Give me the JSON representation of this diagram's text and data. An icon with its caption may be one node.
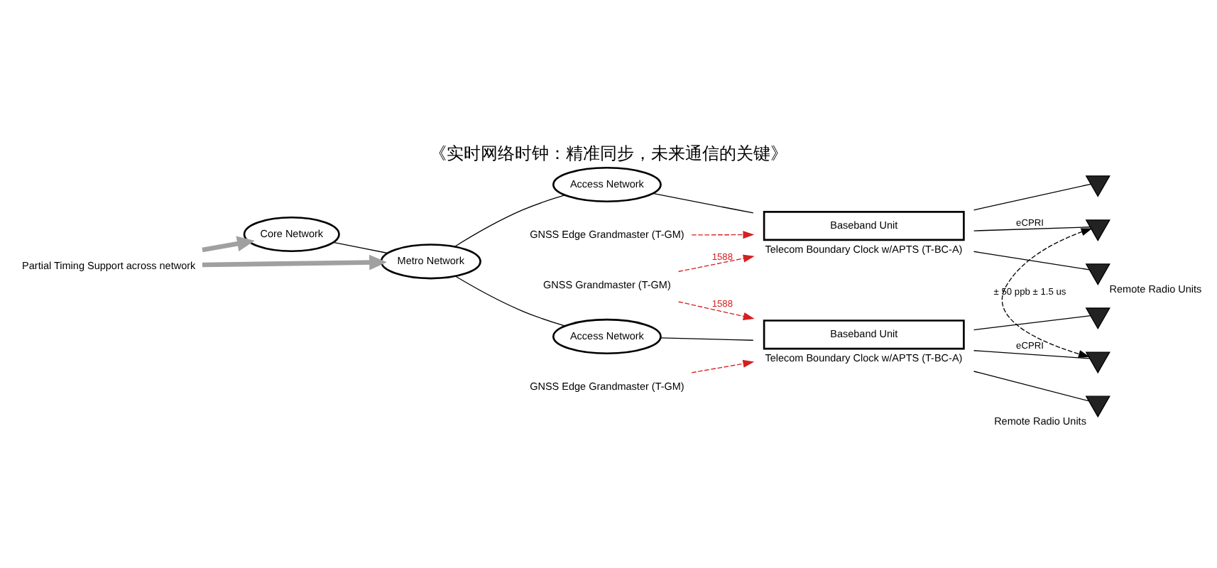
{
  "diagram": {
    "title": "《实时网络时钟：精准同步，未来通信的关键》",
    "nodes": [
      {
        "text": [
          "GNSS Grandmaster (T-GM)"
        ]
      },
      {
        "text": [
          "Core Network"
        ]
      },
      {
        "text": [
          "Metro Network"
        ]
      },
      {
        "text": [
          "Access Network"
        ]
      },
      {
        "text": [
          "Baseband Unit"
        ],
        "beside": [
          "Telecom Boundary Clock w/APTS (T-BC-A)"
        ]
      },
      {
        "text": [
          "GNSS Edge Grandmaster (T-GM)"
        ]
      },
      {
        "text": [],
        "shape": "picture"
      },
      {
        "text": [],
        "shape": "picture"
      },
      {
        "text": [],
        "shape": "picture",
        "beside": [
          "Remote Radio Units"
        ]
      },
      {
        "text": [
          "Access Network"
        ]
      },
      {
        "text": [
          "Baseband Unit"
        ],
        "beside": [
          "Telecom Boundary Clock w/APTS (T-BC-A)"
        ]
      },
      {
        "text": [
          "GNSS Edge Grandmaster (T-GM)"
        ]
      },
      {
        "text": [],
        "shape": "picture"
      },
      {
        "text": [],
        "shape": "picture"
      },
      {
        "text": [],
        "shape": "picture",
        "beside": [
          "Remote Radio Units"
        ]
      },
      {
        "text": [
          "Partial Timing Support across network"
        ]
      }
    ],
    "edges": [
      {
        "from": 1,
        "to": 2,
        "arrow": "none"
      },
      {
        "from": 2,
        "to": 3,
        "arrow": "none"
      },
      {
        "from": 2,
        "to": 9,
        "arrow": "none"
      },
      {
        "from": 3,
        "to": 4,
        "arrow": "none"
      },
      {
        "from": 9,
        "to": 10,
        "arrow": "none"
      },
      {
        "from": 4,
        "to": 6,
        "arrow": "none"
      },
      {
        "from": 4,
        "to": 7,
        "arrow": "none",
        "label": "eCPRI"
      },
      {
        "from": 4,
        "to": 8,
        "arrow": "none"
      },
      {
        "from": 10,
        "to": 12,
        "arrow": "none"
      },
      {
        "from": 10,
        "to": 13,
        "arrow": "none",
        "label": "eCPRI"
      },
      {
        "from": 10,
        "to": 14,
        "arrow": "none"
      },
      {
        "from": 0,
        "to": 4,
        "arrow": "to",
        "style": "dashed",
        "color": "#d42020",
        "label": "1588"
      },
      {
        "from": 0,
        "to": 10,
        "arrow": "to",
        "style": "dashed",
        "color": "#d42020",
        "label": "1588"
      },
      {
        "from": 5,
        "to": 4,
        "arrow": "to",
        "style": "dashed",
        "color": "#d42020"
      },
      {
        "from": 11,
        "to": 10,
        "arrow": "to",
        "style": "dashed",
        "color": "#d42020"
      },
      {
        "from": 15,
        "to": 1,
        "arrow": "to",
        "style": "thick",
        "color": "#a0a0a0"
      },
      {
        "from": 15,
        "to": 2,
        "arrow": "to",
        "style": "thick",
        "color": "#a0a0a0"
      },
      {
        "from": 7,
        "to": 13,
        "arrow": "both",
        "style": "dashed",
        "label": "± 50 ppb ± 1.5 us"
      }
    ]
  }
}
